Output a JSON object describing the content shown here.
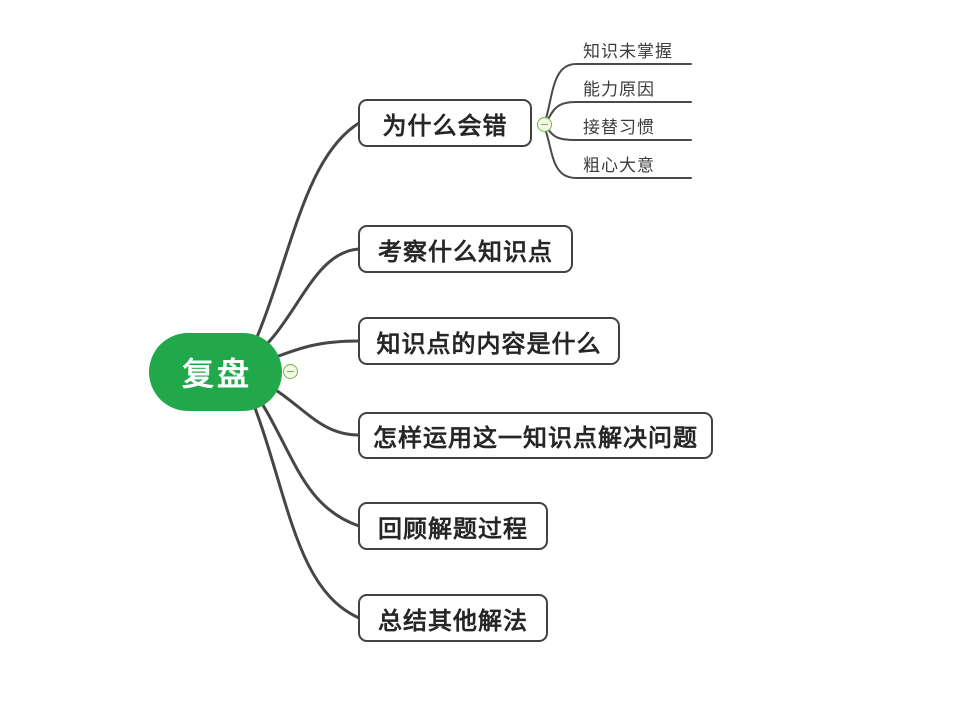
{
  "diagram": {
    "type": "mindmap",
    "root": {
      "label": "复盘"
    },
    "branches": [
      {
        "label": "为什么会错",
        "collapsed": false,
        "children": [
          {
            "label": "知识未掌握"
          },
          {
            "label": "能力原因"
          },
          {
            "label": "接替习惯"
          },
          {
            "label": "粗心大意"
          }
        ]
      },
      {
        "label": "考察什么知识点"
      },
      {
        "label": "知识点的内容是什么"
      },
      {
        "label": "怎样运用这一知识点解决问题"
      },
      {
        "label": "回顾解题过程"
      },
      {
        "label": "总结其他解法"
      }
    ],
    "icons": {
      "collapse": "minus-circle"
    },
    "colors": {
      "background": "#ffffff",
      "root_fill": "#21a84b",
      "root_text": "#ffffff",
      "branch_line": "#464646",
      "box_border": "#424242",
      "box_fill": "#ffffff",
      "box_text": "#262626",
      "subtopic_text": "#3c3c3c",
      "collapse_ring": "#79b440",
      "collapse_fill": "#f2f9e8"
    }
  }
}
